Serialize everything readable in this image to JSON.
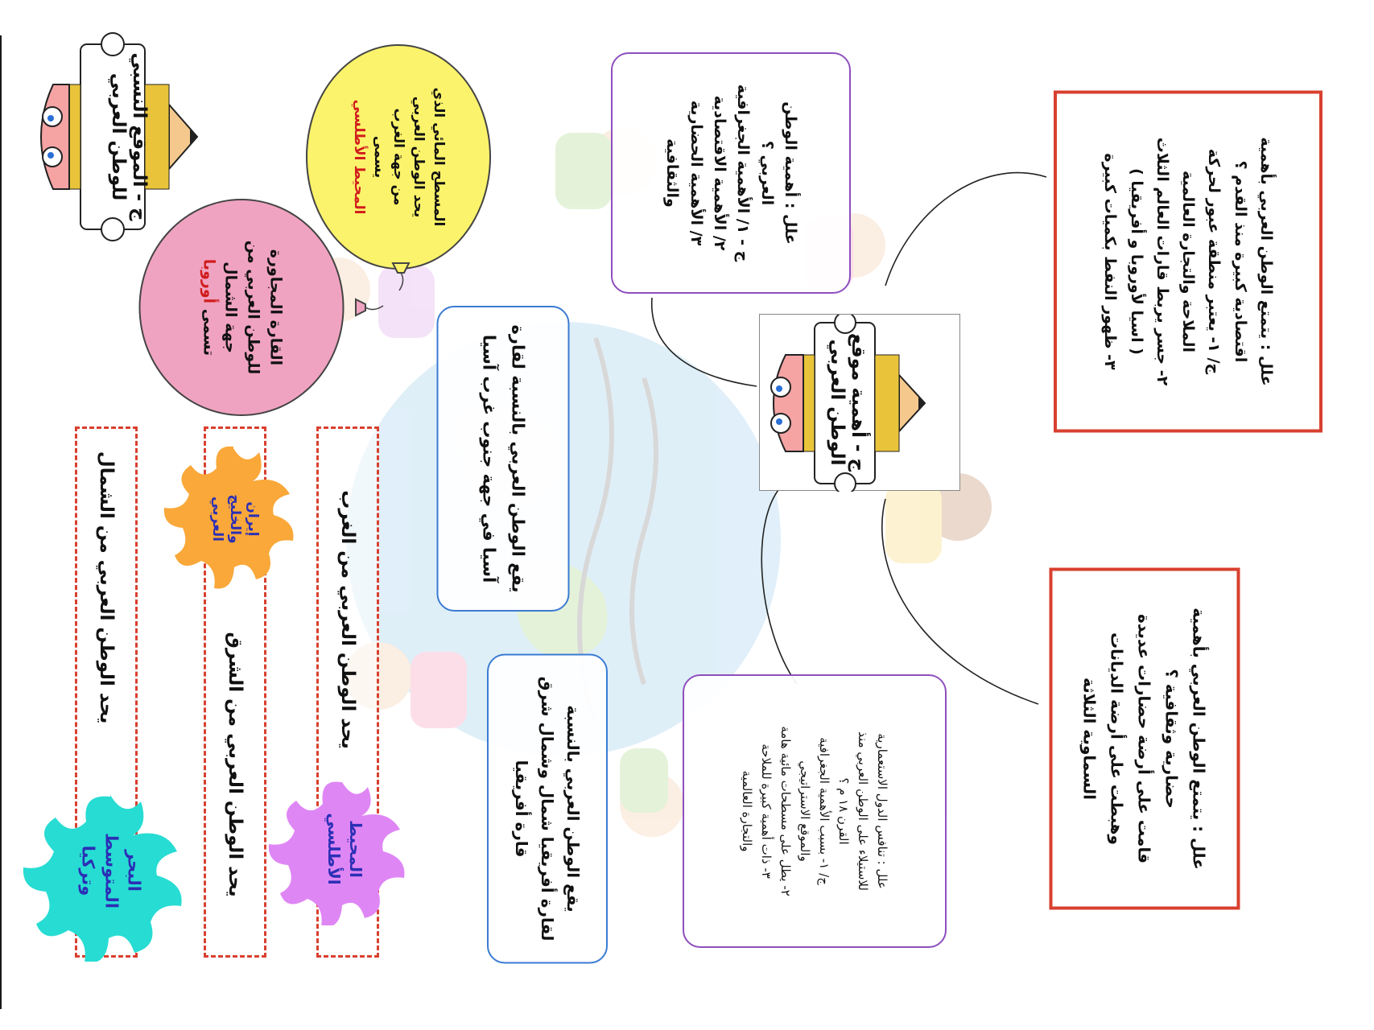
{
  "colors": {
    "red": "#d8402f",
    "blue": "#3b7bd3",
    "purple": "#8e4fbe",
    "yellow_balloon": "#fbf36b",
    "pink_balloon": "#f0a3c0",
    "orange_splat": "#f9a839",
    "cyan_splat": "#27dcd3",
    "violet_splat": "#df86f5",
    "highlight": "#d01c1c"
  },
  "banners": {
    "position": {
      "icon": "pencil-character-icon",
      "lines": [
        "ج - الموقع النسبي",
        "للوطن العربي"
      ]
    },
    "importance": {
      "icon": "pencil-character-icon",
      "lines": [
        "ج - أهمية موقع",
        "الوطن العربي"
      ]
    }
  },
  "balloons": {
    "west_surface": {
      "lines": [
        "المسطح المائي الذي",
        "يحد الوطن العربي",
        "من جهة الغرب",
        "يسمى"
      ],
      "answer": "المحيط الأطلسي"
    },
    "north_continent": {
      "lines": [
        "القارة المجاورة",
        "للوطن العربي من",
        "جهة الشمال"
      ],
      "prefix": "تسمى",
      "answer": "أوروبا"
    }
  },
  "borders": {
    "north": {
      "text": "يحد الوطن العربي من الشمال",
      "answer_lines": [
        "البحر",
        "المتوسط",
        "وتركيا"
      ]
    },
    "east": {
      "text": "يحد الوطن العربي من الشرق",
      "answer_lines": [
        "إيران",
        "والخليج",
        "العربي"
      ]
    },
    "west": {
      "text": "يحد الوطن العربي من الغرب",
      "answer_lines": [
        "المحيط",
        "الأطلسي"
      ]
    }
  },
  "location_boxes": {
    "asia": {
      "lines": [
        "يقع الوطن العربي بالنسبة لقارة",
        "آسيا في جهة جنوب غرب آسيا"
      ]
    },
    "africa": {
      "lines": [
        "يقع الوطن العربي بالنسبة",
        "لقارة أفريقيا شمال وشمال شرق",
        "قارة أفريقيا"
      ]
    }
  },
  "question_boxes": {
    "importance": {
      "lines": [
        "علل : أهمية الوطن",
        "العربي ؟",
        "ج - ١/ الأهمية الجغرافية",
        "٢/ الأهمية الاقتصادية",
        "٣/ الأهمية الحضارية",
        "والثقافية"
      ]
    },
    "colonial": {
      "lines": [
        "علل : تنافس الدول الاستعمارية",
        "للاستيلاء على الوطن العربي منذ",
        "القرن ١٨ م ؟",
        "ج/ ١- بسبب الأهمية الجغرافية",
        "والموقع الاستراتيجي",
        "٢- يطل على مسطحات مائية هامة",
        "٣- ذات أهمية كبيرة للملاحة",
        "والتجارة العالمية"
      ]
    },
    "economic": {
      "lines": [
        "علل : يتمتع الوطن العربي بأهمية",
        "اقتصادية كبيرة منذ القدم ؟",
        "ج/ ١- يعتبر منطقة عبور لحركة",
        "الملاحة والتجارة العالمية",
        "٢- جسر يربط قارات العالم الثلاث",
        "( اسيا لأوروبا و أفريقيا )",
        "٣- ظهور النفط بكميات كبيرة"
      ]
    },
    "cultural": {
      "lines": [
        "علل : يتمتع الوطن العربي بأهمية",
        "حضارية وثقافية ؟",
        "قامت على أرضة حضارات عديدة",
        "وهبطت على أرضة الديانات",
        "السماوية الثلاثة"
      ]
    }
  }
}
